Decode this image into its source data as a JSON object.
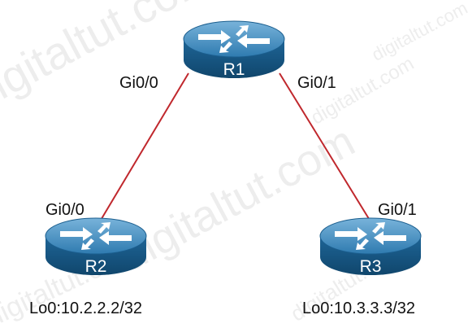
{
  "watermark": {
    "text_large": "digitaltut.com",
    "text_small": "digitaltut.com"
  },
  "routers": {
    "r1": {
      "name": "R1"
    },
    "r2": {
      "name": "R2",
      "loopback": "Lo0:10.2.2.2/32"
    },
    "r3": {
      "name": "R3",
      "loopback": "Lo0:10.3.3.3/32"
    }
  },
  "links": {
    "r1_r2": {
      "r1_interface": "Gi0/0",
      "r2_interface": "Gi0/0"
    },
    "r1_r3": {
      "r1_interface": "Gi0/1",
      "r3_interface": "Gi0/1"
    }
  },
  "colors": {
    "link": "#c0282d",
    "router_top": "#3d87b8",
    "router_side": "#17557f",
    "router_top_highlight": "#6aa9d2",
    "arrow": "#ffffff"
  },
  "icons": {
    "router": "router-icon"
  }
}
